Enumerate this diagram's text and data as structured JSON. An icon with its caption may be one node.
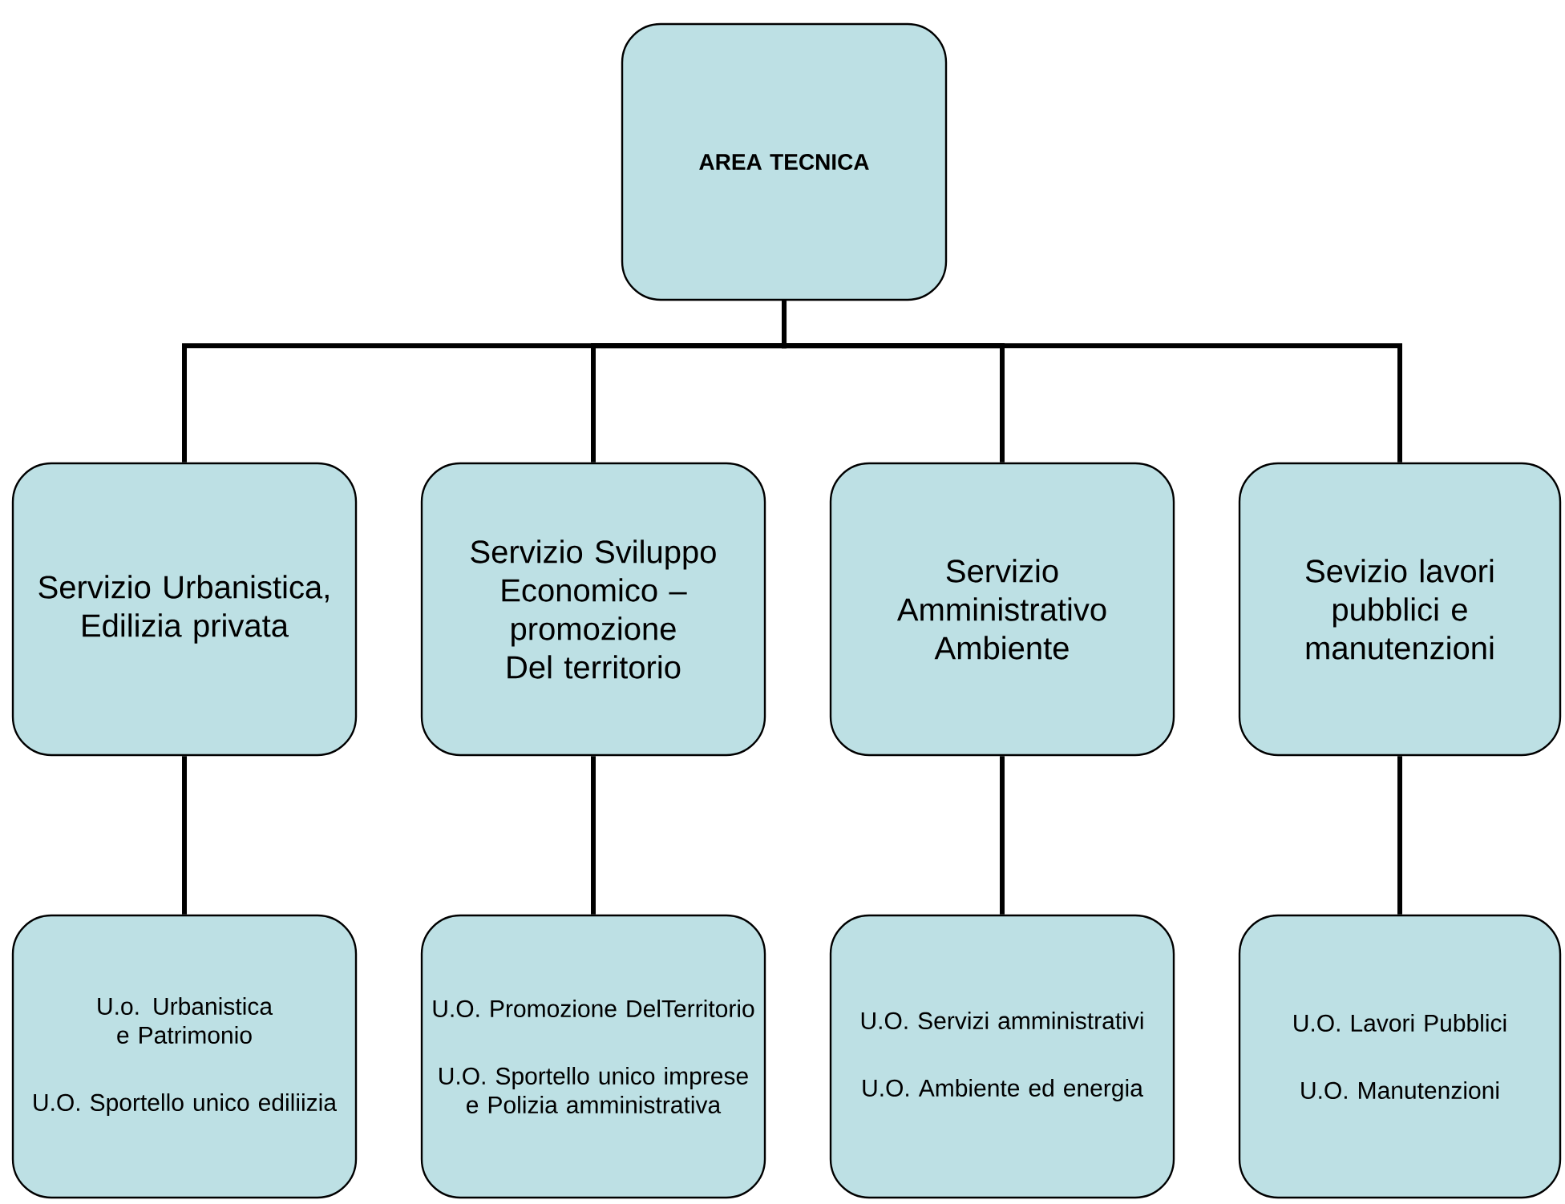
{
  "diagram": {
    "nodes": [
      {
        "text": [
          "AREA TECNICA"
        ]
      },
      {
        "text": [
          "Servizio Urbanistica, Edilizia privata"
        ]
      },
      {
        "text": [
          "Servizio Sviluppo Economico – promozione Del territorio"
        ]
      },
      {
        "text": [
          "Servizio Amministrativo Ambiente"
        ]
      },
      {
        "text": [
          "Sevizio lavori pubblici e manutenzioni"
        ]
      },
      {
        "text": [
          "U.o. Urbanistica e Patrimonio",
          "U.O. Sportello unico ediliizia"
        ]
      },
      {
        "text": [
          "U.O. Promozione DelTerritorio",
          "U.O. Sportello unico imprese e Polizia amministrativa"
        ]
      },
      {
        "text": [
          "U.O. Servizi amministrativi",
          "U.O. Ambiente ed energia"
        ]
      },
      {
        "text": [
          "U.O. Lavori Pubblici",
          "U.O. Manutenzioni"
        ]
      }
    ],
    "edges": [
      {
        "from": 0,
        "to": 1,
        "arrow": "none"
      },
      {
        "from": 0,
        "to": 2,
        "arrow": "none"
      },
      {
        "from": 0,
        "to": 3,
        "arrow": "none"
      },
      {
        "from": 0,
        "to": 4,
        "arrow": "none"
      },
      {
        "from": 1,
        "to": 5,
        "arrow": "none"
      },
      {
        "from": 2,
        "to": 6,
        "arrow": "none"
      },
      {
        "from": 3,
        "to": 7,
        "arrow": "none"
      },
      {
        "from": 4,
        "to": 8,
        "arrow": "none"
      }
    ]
  }
}
